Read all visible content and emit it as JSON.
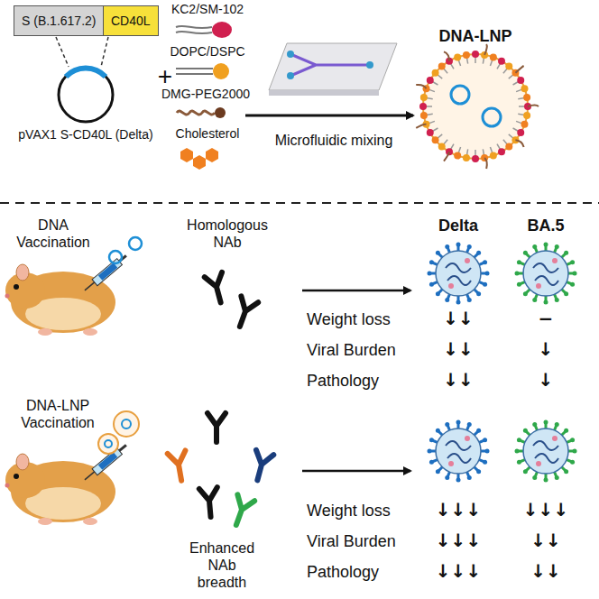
{
  "diagram": {
    "nodes": [
      {
        "text": [
          "S (B.1.617.2)"
        ]
      },
      {
        "text": [
          "CD40L"
        ]
      }
    ],
    "labels": [
      "pVAX1 S-CD40L (Delta)",
      "+",
      "KC2/SM-102",
      "DOPC/DSPC",
      "DMG-PEG2000",
      "Cholesterol",
      "Microfluidic mixing",
      "DNA-LNP",
      "DNA Vaccination",
      "Homologous NAb",
      "Delta",
      "BA.5",
      "Weight loss",
      "↓↓",
      "−",
      "Viral Burden",
      "↓↓",
      "↓",
      "Pathology",
      "↓↓",
      "↓",
      "DNA-LNP Vaccination",
      "Enhanced NAb breadth",
      "Weight loss",
      "↓↓↓",
      "↓↓↓",
      "Viral Burden",
      "↓↓↓",
      "↓↓",
      "Pathology",
      "↓↓↓",
      "↓↓"
    ]
  }
}
